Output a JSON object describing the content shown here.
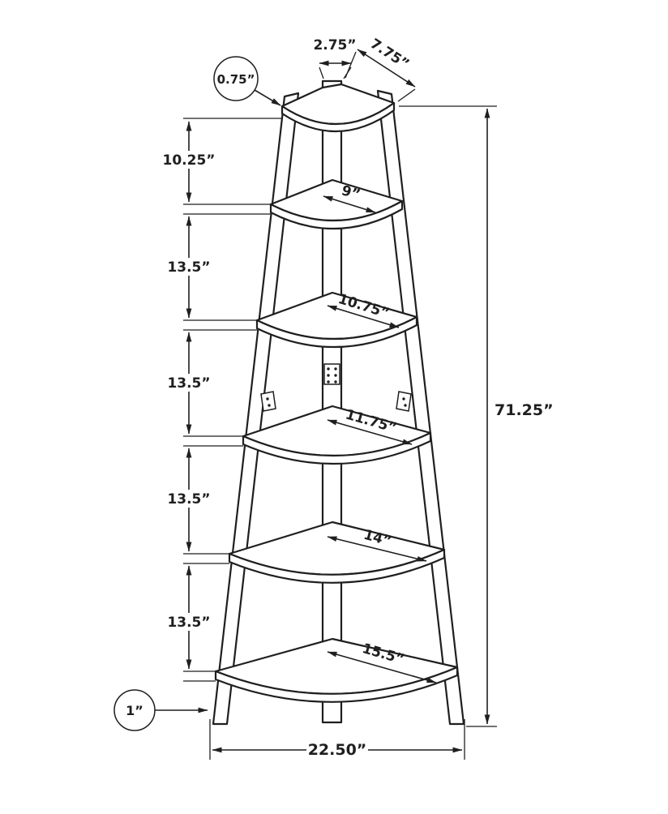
{
  "diagram_title": "corner-ladder-shelf-dimension-drawing",
  "callouts": {
    "frame_thickness": "0.75”",
    "foot_thickness": "1”"
  },
  "top": {
    "depth": "2.75”",
    "top_edge": "7.75”"
  },
  "spacings": [
    "10.25”",
    "13.5”",
    "13.5”",
    "13.5”",
    "13.5”"
  ],
  "shelves": [
    "9”",
    "10.75”",
    "11.75”",
    "14”",
    "15.5”"
  ],
  "overall": {
    "height": "71.25”",
    "base_width": "22.50”"
  }
}
